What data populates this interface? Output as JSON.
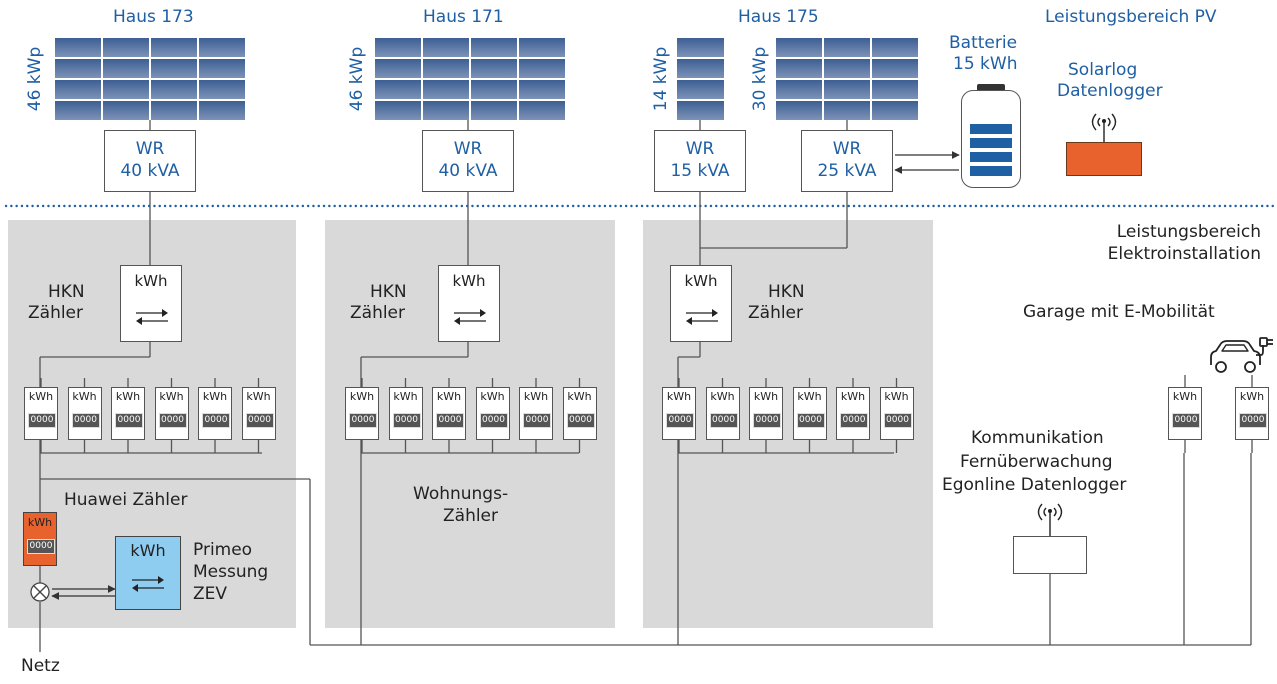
{
  "sections": {
    "pv": "Leistungsbereich PV",
    "elektro_line1": "Leistungsbereich",
    "elektro_line2": "Elektroinstallation"
  },
  "houses": [
    {
      "name": "Haus 173",
      "arrays": [
        {
          "kwp": "46 kWp"
        }
      ],
      "inverter": {
        "line1": "WR",
        "line2": "40 kVA"
      }
    },
    {
      "name": "Haus 171",
      "arrays": [
        {
          "kwp": "46 kWp"
        }
      ],
      "inverter": {
        "line1": "WR",
        "line2": "40 kVA"
      }
    },
    {
      "name": "Haus 175",
      "arrays": [
        {
          "kwp": "14 kWp"
        },
        {
          "kwp": "30 kWp"
        }
      ],
      "inverters": [
        {
          "line1": "WR",
          "line2": "15 kVA"
        },
        {
          "line1": "WR",
          "line2": "25 kVA"
        }
      ]
    }
  ],
  "battery": {
    "line1": "Batterie",
    "line2": "15 kWh"
  },
  "solarlog": {
    "line1": "Solarlog",
    "line2": "Datenlogger"
  },
  "hkn": {
    "line1": "HKN",
    "line2": "Zähler",
    "unit": "kWh"
  },
  "meter": {
    "unit": "kWh",
    "display": "0000"
  },
  "huawei": {
    "label": "Huawei Zähler",
    "unit": "kWh",
    "display": "0000"
  },
  "primeo": {
    "unit": "kWh",
    "line1": "Primeo",
    "line2": "Messung",
    "line3": "ZEV"
  },
  "wohnung": {
    "line1": "Wohnungs-",
    "line2": "Zähler"
  },
  "garage": {
    "label": "Garage mit E-Mobilität"
  },
  "komm": {
    "line1": "Kommunikation",
    "line2": "Fernüberwachung",
    "line3": "Egonline Datenlogger"
  },
  "netz": "Netz",
  "colors": {
    "accent_blue": "#1f5fa3",
    "panel_blue": "#4a6a9c",
    "logger_orange": "#e8622e",
    "primeo_fill": "#8ecdf0",
    "zone_gray": "#d9d9d9"
  }
}
